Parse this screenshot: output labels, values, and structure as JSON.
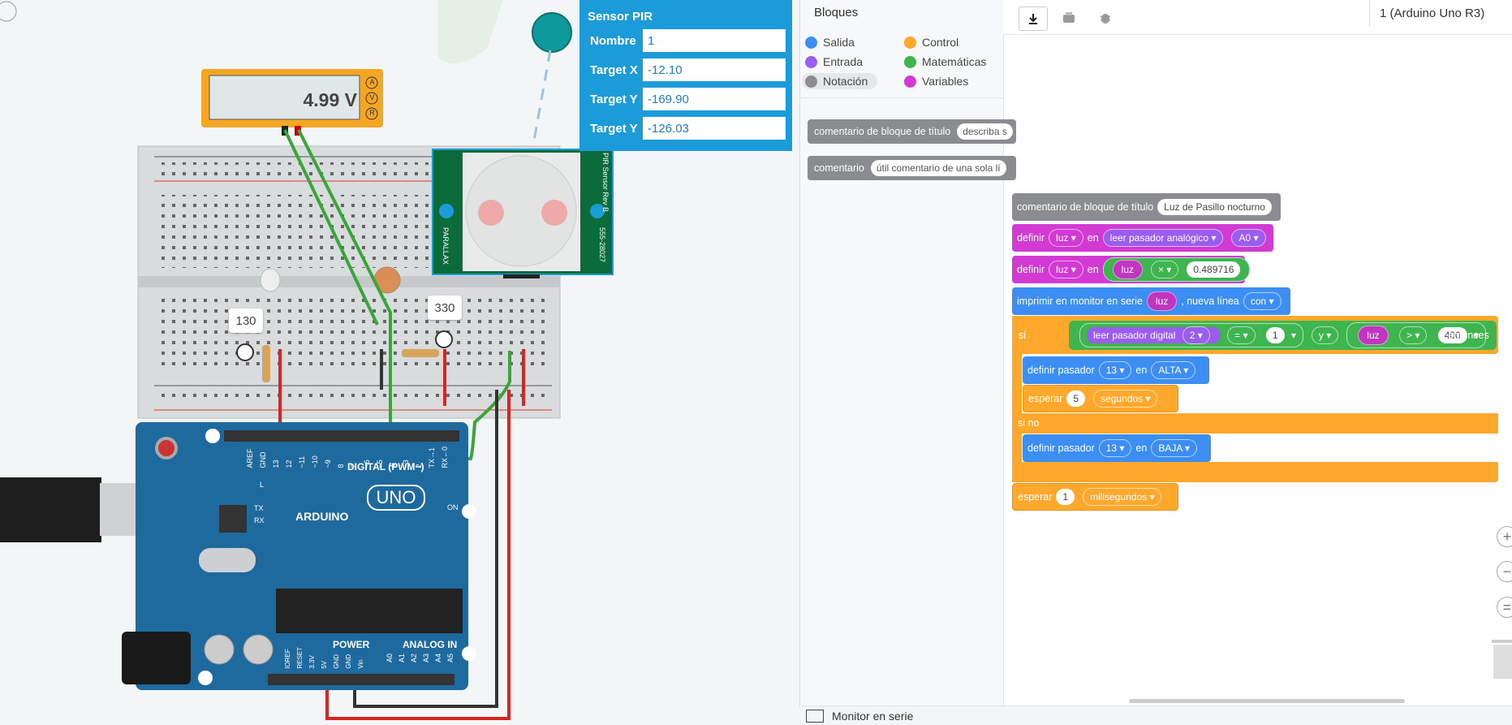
{
  "multimeter": {
    "reading": "4.99 V",
    "modes": [
      "A",
      "V",
      "R"
    ]
  },
  "resistors": {
    "left_value": "130",
    "right_value": "330"
  },
  "board": {
    "brand": "ARDUINO",
    "model": "UNO",
    "digital_label": "DIGITAL (PWM~)",
    "power_label": "POWER",
    "analog_label": "ANALOG IN",
    "on_label": "ON",
    "led_labels": [
      "L",
      "TX",
      "RX"
    ],
    "digital_pins": [
      "AREF",
      "GND",
      "13",
      "12",
      "~11",
      "~10",
      "~9",
      "8",
      "7",
      "~6",
      "~5",
      "4",
      "~3",
      "2",
      "TX→1",
      "RX←0"
    ],
    "power_pins": [
      "IOREF",
      "RESET",
      "3.3V",
      "5V",
      "GND",
      "GND",
      "Vin"
    ],
    "analog_pins": [
      "A0",
      "A1",
      "A2",
      "A3",
      "A4",
      "A5"
    ]
  },
  "pir_sensor": {
    "label": "PIR Sensor Rev B",
    "brand": "PARALLAX",
    "part": "555-28027"
  },
  "pir_panel": {
    "title": "Sensor PIR",
    "rows": [
      {
        "key": "Nombre",
        "value": "1"
      },
      {
        "key": "Target X",
        "value": "-12.10"
      },
      {
        "key": "Target Y",
        "value": "-169.90"
      },
      {
        "key": "Target Y",
        "value": "-126.03"
      }
    ]
  },
  "palette": {
    "header": "Bloques",
    "categories": [
      {
        "label": "Salida",
        "color": "#3c8ef2"
      },
      {
        "label": "Control",
        "color": "#ffa82c"
      },
      {
        "label": "Entrada",
        "color": "#9b5cf0"
      },
      {
        "label": "Matemáticas",
        "color": "#3eb54e"
      },
      {
        "label": "Notación",
        "color": "#8a8c8f"
      },
      {
        "label": "Variables",
        "color": "#d23ad3"
      }
    ],
    "blocks": [
      {
        "label": "comentario de bloque de título",
        "pill": "describa s"
      },
      {
        "label": "comentario",
        "pill": "útil comentario de una sola lí"
      }
    ]
  },
  "toolbar": {
    "download_icon": "download-icon",
    "components_icon": "components-icon",
    "debug_icon": "bug-icon",
    "board": "1 (Arduino Uno R3)"
  },
  "code": {
    "title_comment": {
      "label": "comentario de bloque de título",
      "value": "Luz de Pasillo nocturno"
    },
    "set1": {
      "kw": "definir",
      "var": "luz",
      "en": "en",
      "fn": "leer pasador analógico",
      "pin": "A0"
    },
    "set2": {
      "kw": "definir",
      "var": "luz",
      "en": "en",
      "operand": "luz",
      "op": "×",
      "value": "0.489716"
    },
    "print": {
      "label": "imprimir en monitor en serie",
      "var": "luz",
      "newline": ", nueva línea",
      "opt": "con"
    },
    "if": {
      "kw": "si",
      "fn": "leer pasador digital",
      "pin": "2",
      "cmp": "=",
      "cmp_val": "1",
      "and": "y",
      "var": "luz",
      "gt": ">",
      "gt_val": "400",
      "then": "entonces"
    },
    "then_pin": {
      "label": "definir pasador",
      "pin": "13",
      "en": "en",
      "state": "ALTA"
    },
    "then_wait": {
      "label": "esperar",
      "value": "5",
      "unit": "segundos"
    },
    "else": "si no",
    "else_pin": {
      "label": "definir pasador",
      "pin": "13",
      "en": "en",
      "state": "BAJA"
    },
    "final_wait": {
      "label": "esperar",
      "value": "1",
      "unit": "milisegundos"
    }
  },
  "serial_monitor": {
    "label": "Monitor en serie"
  }
}
